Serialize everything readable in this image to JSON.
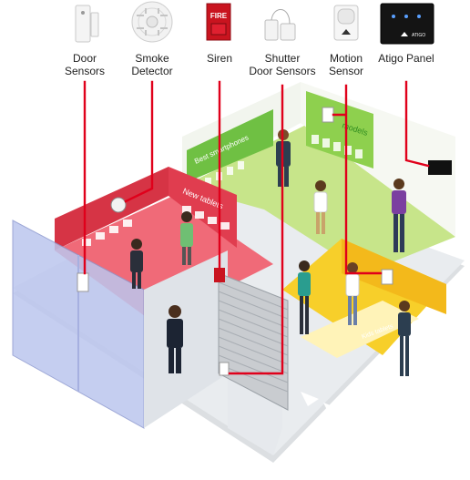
{
  "devices": [
    {
      "id": "door-sensors",
      "lines": [
        "Door",
        "Sensors"
      ],
      "icon": "door-sensor-icon"
    },
    {
      "id": "smoke-detector",
      "lines": [
        "Smoke",
        "Detector"
      ],
      "icon": "smoke-detector-icon"
    },
    {
      "id": "siren",
      "lines": [
        "Siren"
      ],
      "icon": "fire-siren-icon"
    },
    {
      "id": "shutter-door-sensors",
      "lines": [
        "Shutter",
        "Door Sensors"
      ],
      "icon": "shutter-sensor-icon"
    },
    {
      "id": "motion-sensor",
      "lines": [
        "Motion",
        "Sensor"
      ],
      "icon": "motion-sensor-icon"
    },
    {
      "id": "atigo-panel",
      "lines": [
        "Atigo Panel"
      ],
      "icon": "control-panel-icon"
    }
  ],
  "siren_text": "FIRE",
  "panel_brand": "ATIGO",
  "signs": {
    "best_smartphones": "Best smartphones",
    "new_tablets": "New tablets",
    "models": "models",
    "kids_tablets": "Kids tablets"
  },
  "colors": {
    "wire": "#e0001b",
    "red_zone": "#f06a78",
    "green_zone": "#c7e58a",
    "yellow_zone": "#f7cf2a",
    "glass": "#bcc6ee",
    "wall": "#e9ecef"
  }
}
